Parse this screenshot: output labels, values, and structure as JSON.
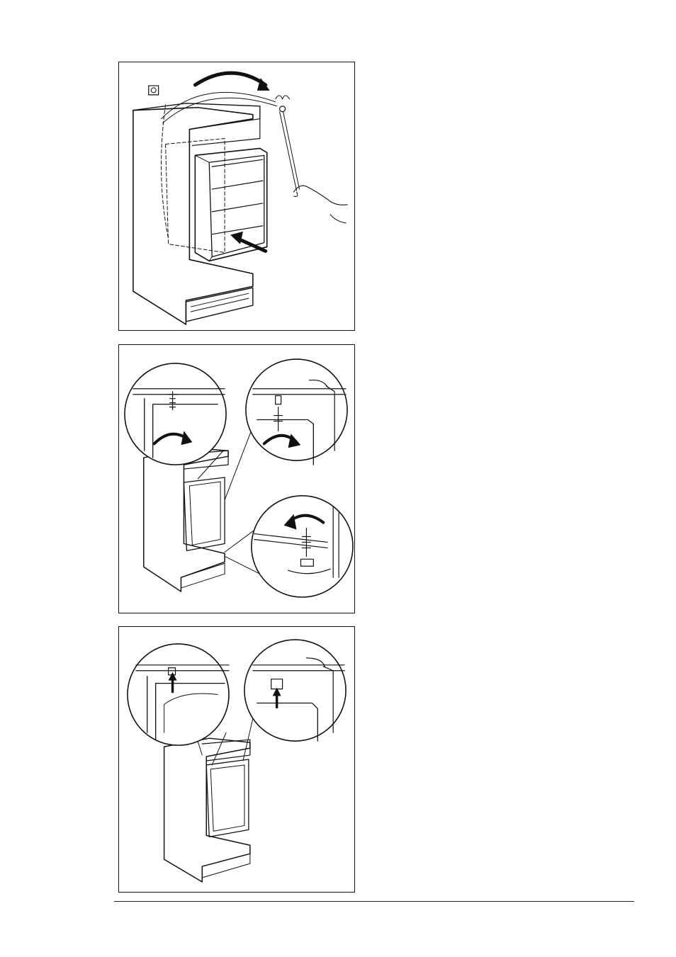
{
  "page": {
    "figures": [
      {
        "id": "fig1",
        "icon": "cabinet-insertion-illustration"
      },
      {
        "id": "fig2",
        "icon": "screw-fastening-illustration"
      },
      {
        "id": "fig3",
        "icon": "bracket-alignment-illustration"
      }
    ],
    "colors": {
      "ink": "#111111",
      "paper": "#ffffff"
    }
  }
}
